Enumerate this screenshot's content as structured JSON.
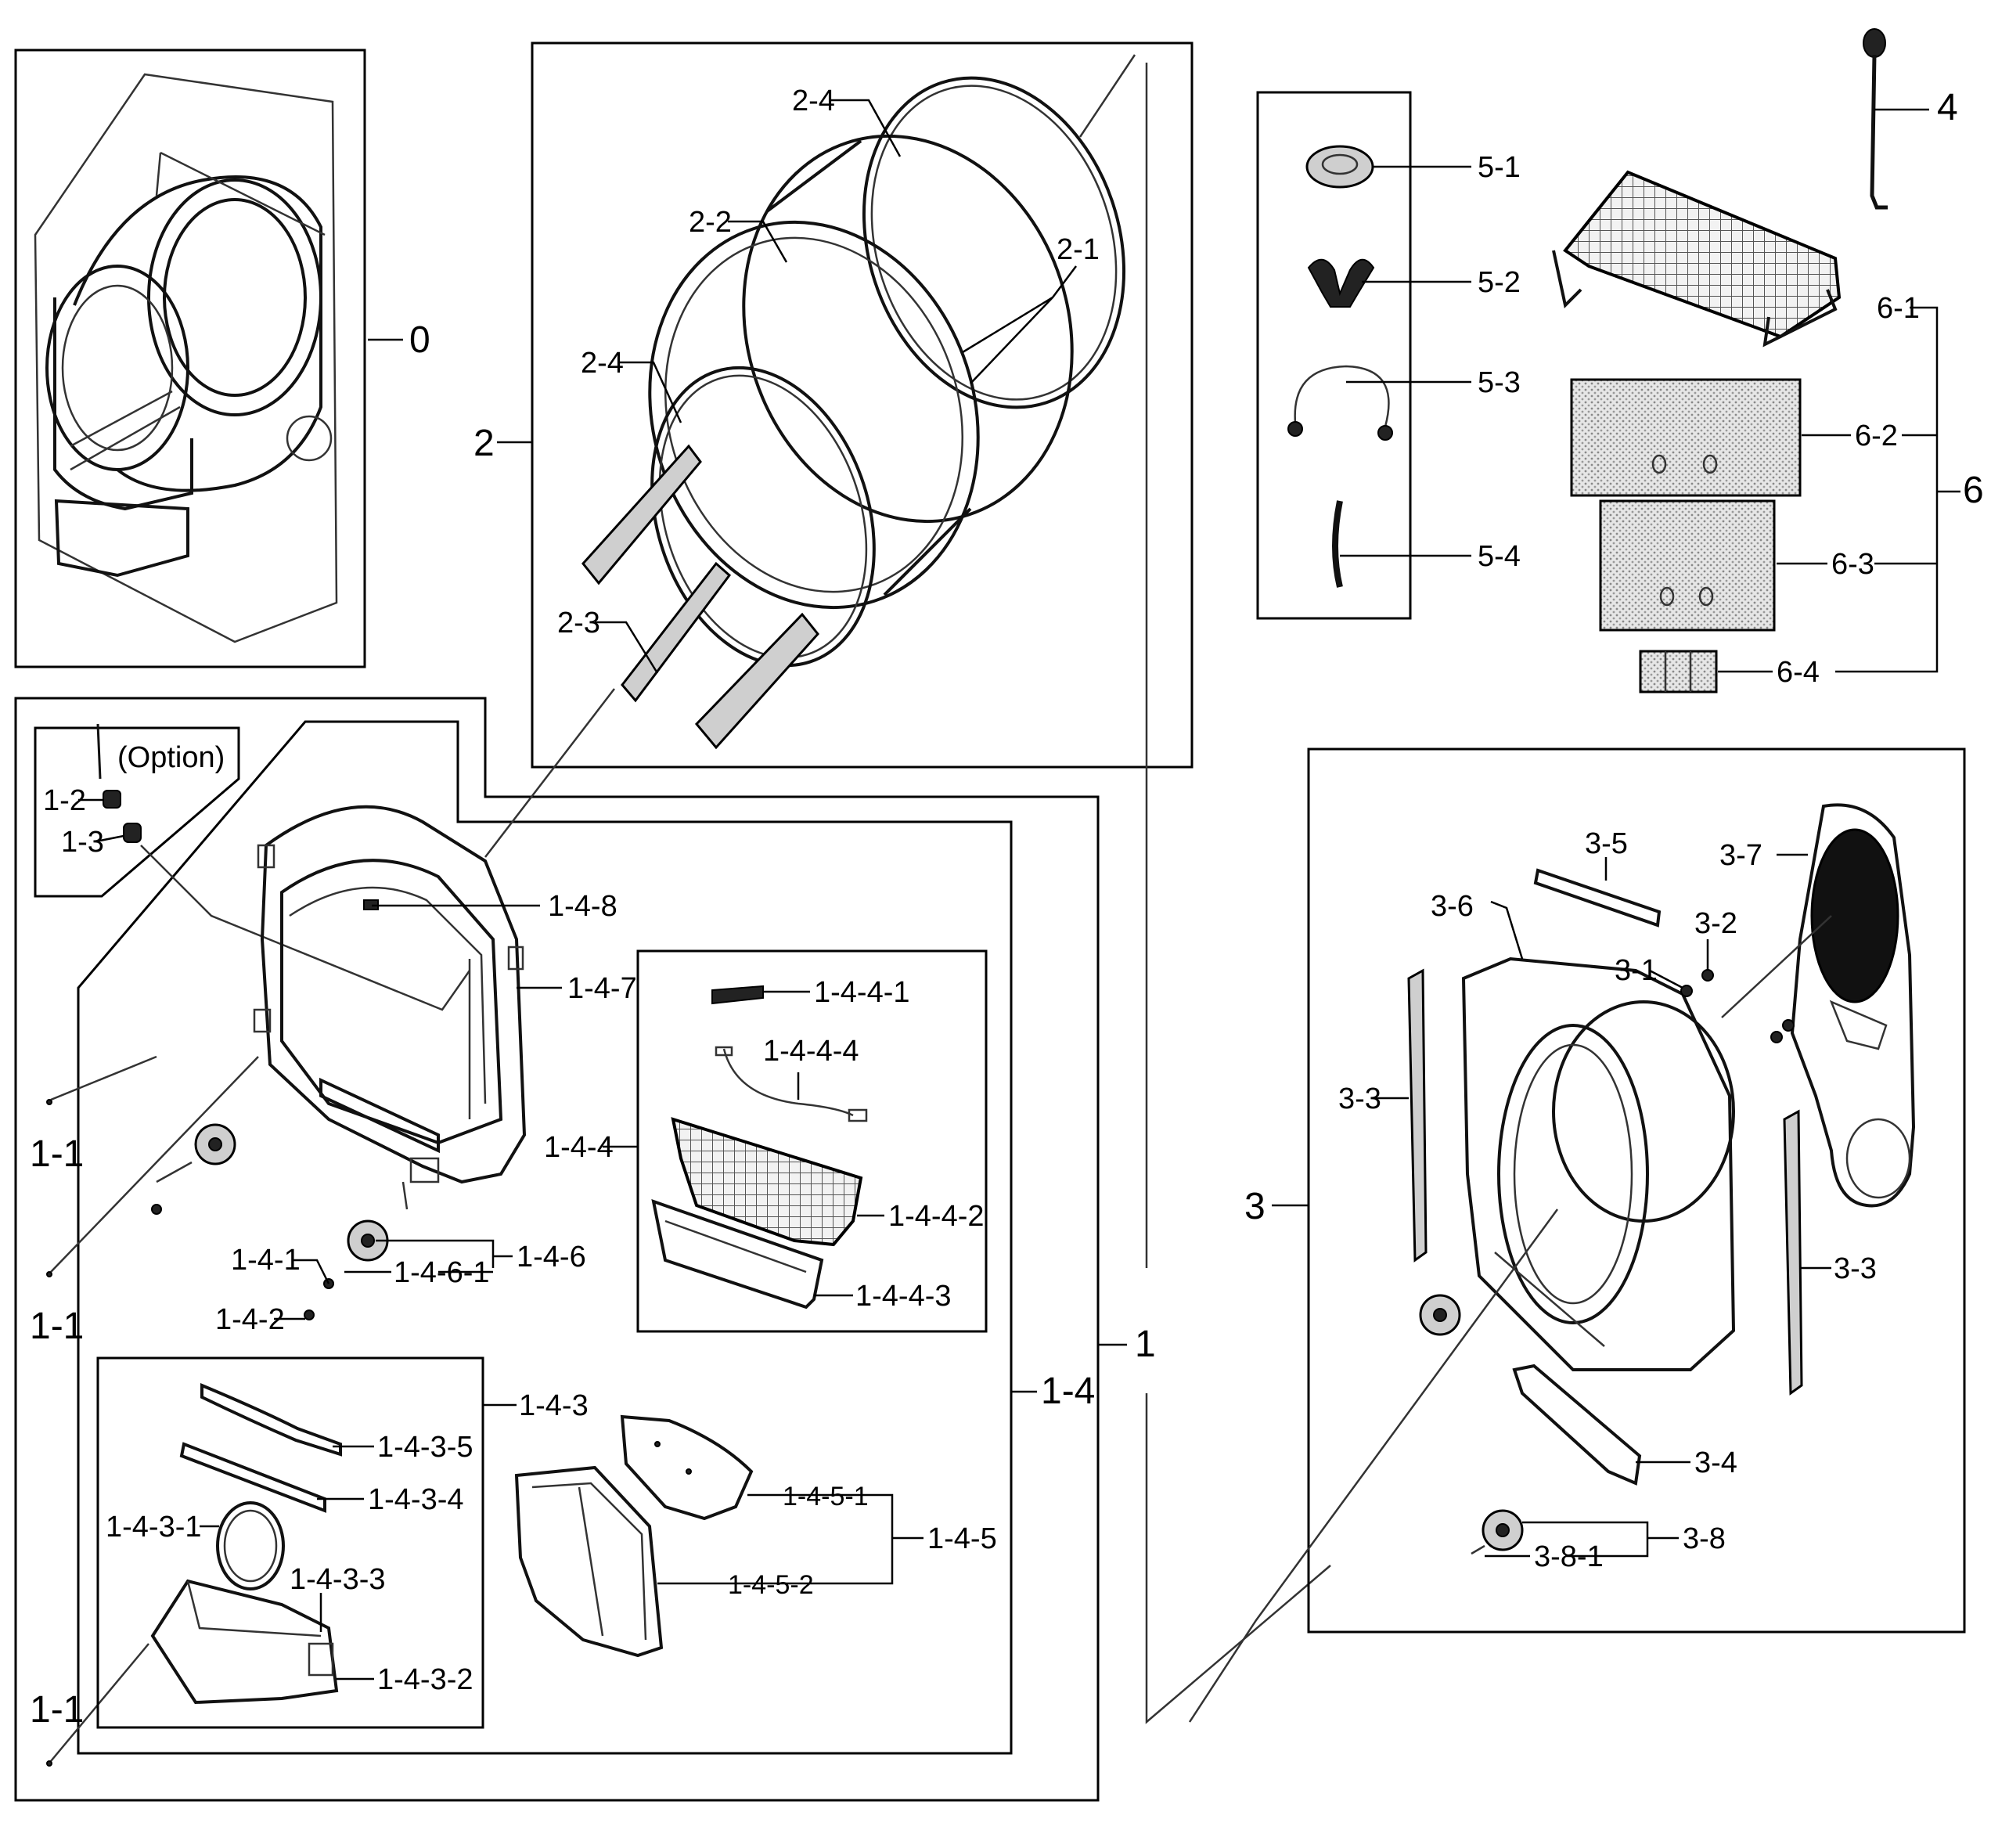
{
  "labels": {
    "p0": "0",
    "p1": "1",
    "p1_1a": "1-1",
    "p1_1b": "1-1",
    "p1_1c": "1-1",
    "p1_2": "1-2",
    "p1_3": "1-3",
    "option": "(Option)",
    "p1_4": "1-4",
    "p1_4_1": "1-4-1",
    "p1_4_2": "1-4-2",
    "p1_4_3": "1-4-3",
    "p1_4_3_1": "1-4-3-1",
    "p1_4_3_2": "1-4-3-2",
    "p1_4_3_3": "1-4-3-3",
    "p1_4_3_4": "1-4-3-4",
    "p1_4_3_5": "1-4-3-5",
    "p1_4_4": "1-4-4",
    "p1_4_4_1": "1-4-4-1",
    "p1_4_4_2": "1-4-4-2",
    "p1_4_4_3": "1-4-4-3",
    "p1_4_4_4": "1-4-4-4",
    "p1_4_5": "1-4-5",
    "p1_4_5_1": "1-4-5-1",
    "p1_4_5_2": "1-4-5-2",
    "p1_4_6": "1-4-6",
    "p1_4_6_1": "1-4-6-1",
    "p1_4_7": "1-4-7",
    "p1_4_8": "1-4-8",
    "p2": "2",
    "p2_1": "2-1",
    "p2_2": "2-2",
    "p2_3": "2-3",
    "p2_4a": "2-4",
    "p2_4b": "2-4",
    "p3": "3",
    "p3_1": "3-1",
    "p3_2": "3-2",
    "p3_3a": "3-3",
    "p3_3b": "3-3",
    "p3_4": "3-4",
    "p3_5": "3-5",
    "p3_6": "3-6",
    "p3_7": "3-7",
    "p3_8": "3-8",
    "p3_8_1": "3-8-1",
    "p4": "4",
    "p5_1": "5-1",
    "p5_2": "5-2",
    "p5_3": "5-3",
    "p5_4": "5-4",
    "p6": "6",
    "p6_1": "6-1",
    "p6_2": "6-2",
    "p6_3": "6-3",
    "p6_4": "6-4"
  }
}
